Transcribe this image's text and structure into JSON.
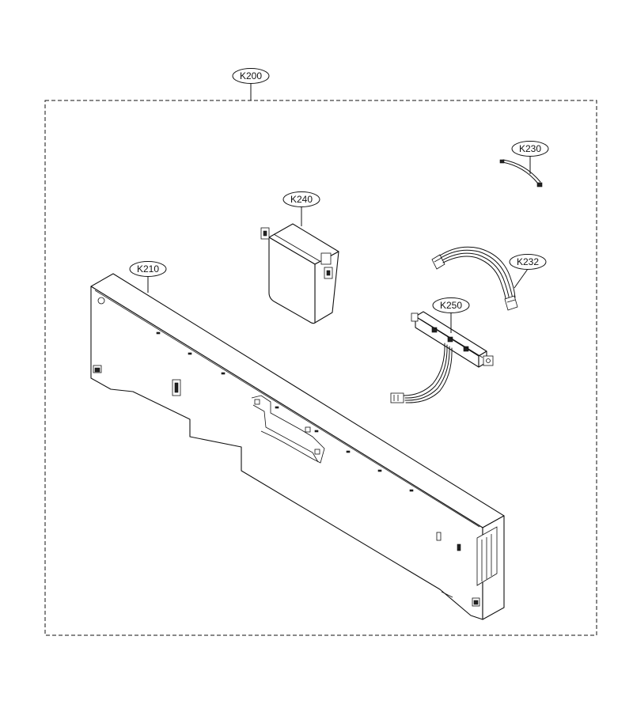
{
  "assembly": {
    "label": "K200"
  },
  "parts": [
    {
      "id": "k210",
      "label": "K210"
    },
    {
      "id": "k240",
      "label": "K240"
    },
    {
      "id": "k230",
      "label": "K230"
    },
    {
      "id": "k232",
      "label": "K232"
    },
    {
      "id": "k250",
      "label": "K250"
    }
  ]
}
